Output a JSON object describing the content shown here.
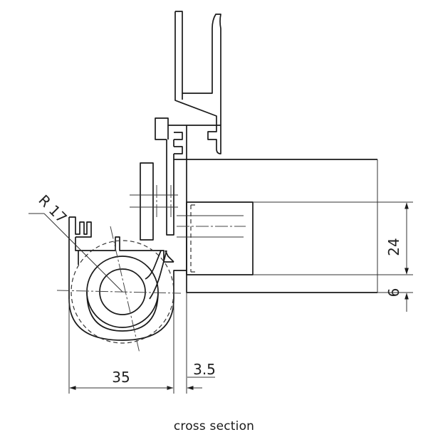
{
  "drawing": {
    "dimensions": {
      "radius": "R 17",
      "depth": "24",
      "offset": "6",
      "width": "35",
      "gap": "3.5"
    },
    "caption": "cross section"
  }
}
